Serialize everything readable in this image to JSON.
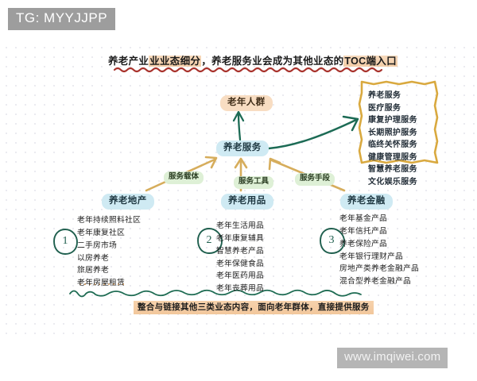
{
  "banner": {
    "text": "TG: MYYJJPP"
  },
  "watermark": {
    "text": "www.imqiwei.com"
  },
  "title": {
    "part1": "养老产业",
    "highlight1": "业业态细分",
    "part2": "，养老服务业会成为其他业态的",
    "highlight2": "TOC端入口"
  },
  "nodes": {
    "elderly": "老年人群",
    "service": "养老服务",
    "real_estate": "养老地产",
    "goods": "养老用品",
    "finance": "养老金融"
  },
  "edge_labels": {
    "carrier": "服务载体",
    "tool": "服务工具",
    "means": "服务手段"
  },
  "service_box": {
    "items": [
      "养老服务",
      "医疗服务",
      "康复护理服务",
      "长期照护服务",
      "临终关怀服务",
      "健康管理服务",
      "智慧养老服务",
      "文化娱乐服务"
    ]
  },
  "columns": [
    {
      "number": "1",
      "category": "养老地产",
      "items": [
        "老年持续照料社区",
        "老年康复社区",
        "二手房市场",
        "以房养老",
        "旅居养老",
        "老年房屋租赁"
      ]
    },
    {
      "number": "2",
      "category": "养老用品",
      "items": [
        "老年生活用品",
        "老年康复辅具",
        "智慧养老产品",
        "老年保健食品",
        "老年医药用品",
        "老年丧葬用品"
      ]
    },
    {
      "number": "3",
      "category": "养老金融",
      "items": [
        "老年基金产品",
        "老年信托产品",
        "养老保险产品",
        "老年银行理财产品",
        "房地产类养老金融产品",
        "混合型养老金融产品"
      ]
    }
  ],
  "bottom_note": "整合与链接其他三类业态内容，面向老年群体，直接提供服务",
  "colors": {
    "orange_pill": "#f8ddc2",
    "blue_pill": "#cfeaf3",
    "green_pill": "#def0d6",
    "green_arrow": "#1c6b55",
    "gold_arrow": "#d6ad5c",
    "red_wave": "#a8322c",
    "banner_gray": "#9d9d9d"
  }
}
